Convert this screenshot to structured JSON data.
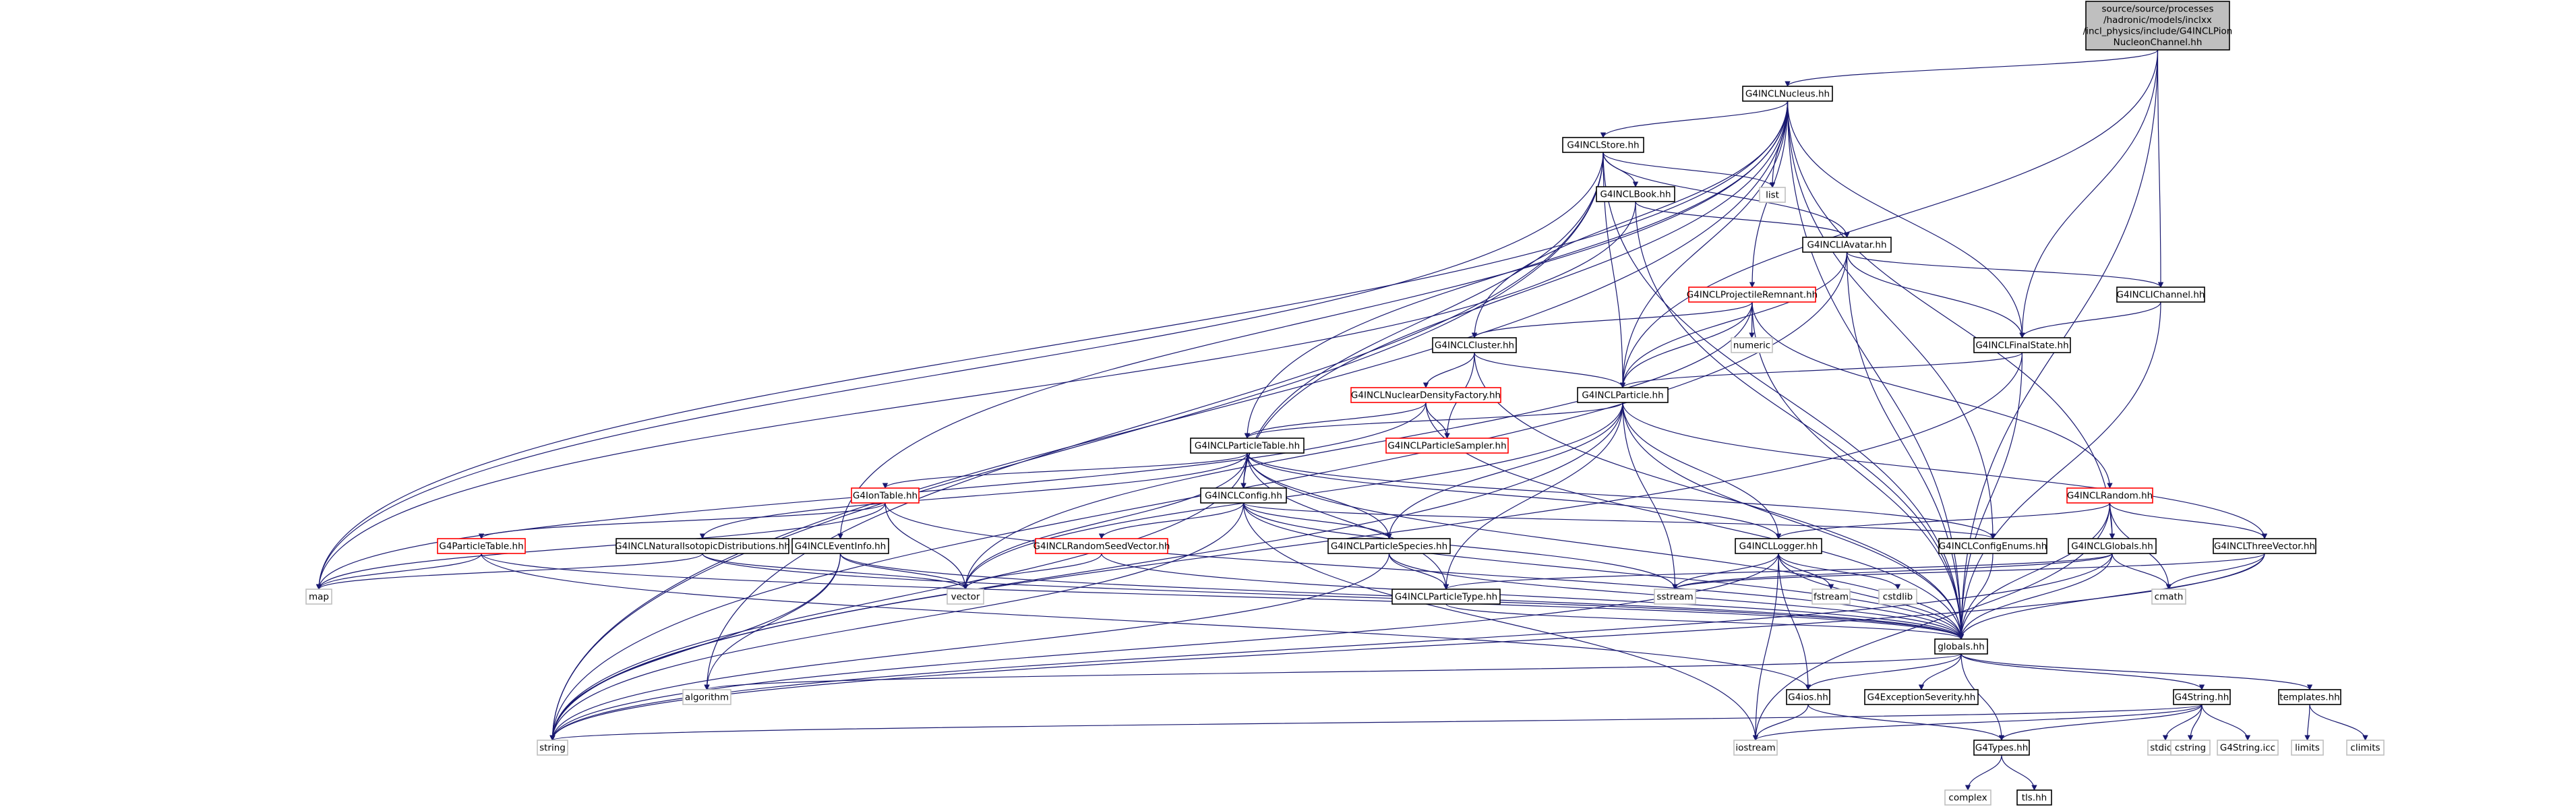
{
  "colors": {
    "edge": "#191970",
    "root_fill": "#bfbfbf",
    "root_border": "#000000",
    "node_border": "#000000",
    "external_border": "#bfbfbf",
    "truncated_border": "#ff0000",
    "external_text": "#666666",
    "page_background": "#ffffff"
  },
  "nodes": [
    {
      "id": "root",
      "lines": [
        "source/source/processes",
        "/hadronic/models/inclxx",
        "/incl_physics/include/G4INCLPion",
        "NucleonChannel.hh"
      ],
      "kind": "root"
    },
    {
      "id": "nucleus",
      "lines": [
        "G4INCLNucleus.hh"
      ],
      "kind": "node"
    },
    {
      "id": "store",
      "lines": [
        "G4INCLStore.hh"
      ],
      "kind": "node"
    },
    {
      "id": "list",
      "lines": [
        "list"
      ],
      "kind": "external"
    },
    {
      "id": "book",
      "lines": [
        "G4INCLBook.hh"
      ],
      "kind": "node"
    },
    {
      "id": "iavatar",
      "lines": [
        "G4INCLIAvatar.hh"
      ],
      "kind": "node"
    },
    {
      "id": "projrem",
      "lines": [
        "G4INCLProjectileRemnant.hh"
      ],
      "kind": "truncated"
    },
    {
      "id": "ichannel",
      "lines": [
        "G4INCLIChannel.hh"
      ],
      "kind": "node"
    },
    {
      "id": "cluster",
      "lines": [
        "G4INCLCluster.hh"
      ],
      "kind": "node"
    },
    {
      "id": "numeric",
      "lines": [
        "numeric"
      ],
      "kind": "external"
    },
    {
      "id": "finalstate",
      "lines": [
        "G4INCLFinalState.hh"
      ],
      "kind": "node"
    },
    {
      "id": "nucdens",
      "lines": [
        "G4INCLNuclearDensityFactory.hh"
      ],
      "kind": "truncated"
    },
    {
      "id": "particle",
      "lines": [
        "G4INCLParticle.hh"
      ],
      "kind": "node"
    },
    {
      "id": "sampler",
      "lines": [
        "G4INCLParticleSampler.hh"
      ],
      "kind": "truncated"
    },
    {
      "id": "ptable",
      "lines": [
        "G4INCLParticleTable.hh"
      ],
      "kind": "node"
    },
    {
      "id": "iontable",
      "lines": [
        "G4IonTable.hh"
      ],
      "kind": "truncated"
    },
    {
      "id": "config",
      "lines": [
        "G4INCLConfig.hh"
      ],
      "kind": "node"
    },
    {
      "id": "random",
      "lines": [
        "G4INCLRandom.hh"
      ],
      "kind": "truncated"
    },
    {
      "id": "g4ptable",
      "lines": [
        "G4ParticleTable.hh"
      ],
      "kind": "truncated"
    },
    {
      "id": "natiso",
      "lines": [
        "G4INCLNaturalIsotopicDistributions.hh"
      ],
      "kind": "node"
    },
    {
      "id": "eventinfo",
      "lines": [
        "G4INCLEventInfo.hh"
      ],
      "kind": "node"
    },
    {
      "id": "seedvec",
      "lines": [
        "G4INCLRandomSeedVector.hh"
      ],
      "kind": "truncated"
    },
    {
      "id": "pspecies",
      "lines": [
        "G4INCLParticleSpecies.hh"
      ],
      "kind": "node"
    },
    {
      "id": "logger",
      "lines": [
        "G4INCLLogger.hh"
      ],
      "kind": "node"
    },
    {
      "id": "cfgenums",
      "lines": [
        "G4INCLConfigEnums.hh"
      ],
      "kind": "node"
    },
    {
      "id": "globals",
      "lines": [
        "G4INCLGlobals.hh"
      ],
      "kind": "node"
    },
    {
      "id": "threevec",
      "lines": [
        "G4INCLThreeVector.hh"
      ],
      "kind": "node"
    },
    {
      "id": "map",
      "lines": [
        "map"
      ],
      "kind": "external"
    },
    {
      "id": "vector",
      "lines": [
        "vector"
      ],
      "kind": "external"
    },
    {
      "id": "ptype",
      "lines": [
        "G4INCLParticleType.hh"
      ],
      "kind": "node"
    },
    {
      "id": "sstream",
      "lines": [
        "sstream"
      ],
      "kind": "external"
    },
    {
      "id": "fstream",
      "lines": [
        "fstream"
      ],
      "kind": "external"
    },
    {
      "id": "cstdlib",
      "lines": [
        "cstdlib"
      ],
      "kind": "external"
    },
    {
      "id": "cmath",
      "lines": [
        "cmath"
      ],
      "kind": "external"
    },
    {
      "id": "globalshh",
      "lines": [
        "globals.hh"
      ],
      "kind": "node"
    },
    {
      "id": "algorithm",
      "lines": [
        "algorithm"
      ],
      "kind": "external"
    },
    {
      "id": "g4ios",
      "lines": [
        "G4ios.hh"
      ],
      "kind": "node"
    },
    {
      "id": "exsev",
      "lines": [
        "G4ExceptionSeverity.hh"
      ],
      "kind": "node"
    },
    {
      "id": "g4string",
      "lines": [
        "G4String.hh"
      ],
      "kind": "node"
    },
    {
      "id": "templates",
      "lines": [
        "templates.hh"
      ],
      "kind": "node"
    },
    {
      "id": "string",
      "lines": [
        "string"
      ],
      "kind": "external"
    },
    {
      "id": "iostream",
      "lines": [
        "iostream"
      ],
      "kind": "external"
    },
    {
      "id": "g4types",
      "lines": [
        "G4Types.hh"
      ],
      "kind": "node"
    },
    {
      "id": "stdioh",
      "lines": [
        "stdio.h"
      ],
      "kind": "external"
    },
    {
      "id": "cstring",
      "lines": [
        "cstring"
      ],
      "kind": "external"
    },
    {
      "id": "g4stringicc",
      "lines": [
        "G4String.icc"
      ],
      "kind": "external"
    },
    {
      "id": "limits",
      "lines": [
        "limits"
      ],
      "kind": "external"
    },
    {
      "id": "climits",
      "lines": [
        "climits"
      ],
      "kind": "external"
    },
    {
      "id": "complex",
      "lines": [
        "complex"
      ],
      "kind": "external"
    },
    {
      "id": "tlshh",
      "lines": [
        "tls.hh"
      ],
      "kind": "node"
    }
  ],
  "edges": [
    [
      "root",
      "nucleus"
    ],
    [
      "root",
      "finalstate"
    ],
    [
      "root",
      "ichannel"
    ],
    [
      "root",
      "particle"
    ],
    [
      "root",
      "globalshh"
    ],
    [
      "nucleus",
      "store"
    ],
    [
      "nucleus",
      "list"
    ],
    [
      "nucleus",
      "projrem"
    ],
    [
      "nucleus",
      "particle"
    ],
    [
      "nucleus",
      "finalstate"
    ],
    [
      "nucleus",
      "cluster"
    ],
    [
      "nucleus",
      "ptable"
    ],
    [
      "nucleus",
      "config"
    ],
    [
      "nucleus",
      "eventinfo"
    ],
    [
      "nucleus",
      "cfgenums"
    ],
    [
      "nucleus",
      "globals"
    ],
    [
      "nucleus",
      "globalshh"
    ],
    [
      "nucleus",
      "map"
    ],
    [
      "nucleus",
      "string"
    ],
    [
      "store",
      "book"
    ],
    [
      "store",
      "iavatar"
    ],
    [
      "store",
      "list"
    ],
    [
      "store",
      "particle"
    ],
    [
      "store",
      "config"
    ],
    [
      "store",
      "map"
    ],
    [
      "store",
      "algorithm"
    ],
    [
      "store",
      "string"
    ],
    [
      "store",
      "globalshh"
    ],
    [
      "book",
      "iavatar"
    ],
    [
      "book",
      "map"
    ],
    [
      "book",
      "globalshh"
    ],
    [
      "iavatar",
      "ichannel"
    ],
    [
      "iavatar",
      "finalstate"
    ],
    [
      "iavatar",
      "particle"
    ],
    [
      "iavatar",
      "string"
    ],
    [
      "iavatar",
      "globalshh"
    ],
    [
      "projrem",
      "cluster"
    ],
    [
      "projrem",
      "numeric"
    ],
    [
      "projrem",
      "particle"
    ],
    [
      "projrem",
      "vector"
    ],
    [
      "projrem",
      "random"
    ],
    [
      "projrem",
      "globalshh"
    ],
    [
      "ichannel",
      "finalstate"
    ],
    [
      "ichannel",
      "globalshh"
    ],
    [
      "cluster",
      "particle"
    ],
    [
      "cluster",
      "nucdens"
    ],
    [
      "cluster",
      "sampler"
    ],
    [
      "cluster",
      "globalshh"
    ],
    [
      "finalstate",
      "particle"
    ],
    [
      "finalstate",
      "string"
    ],
    [
      "finalstate",
      "globalshh"
    ],
    [
      "nucdens",
      "ptable"
    ],
    [
      "nucdens",
      "sampler"
    ],
    [
      "nucdens",
      "map"
    ],
    [
      "nucdens",
      "globalshh"
    ],
    [
      "particle",
      "ptable"
    ],
    [
      "particle",
      "pspecies"
    ],
    [
      "particle",
      "logger"
    ],
    [
      "particle",
      "threevec"
    ],
    [
      "particle",
      "ptype"
    ],
    [
      "particle",
      "vector"
    ],
    [
      "particle",
      "sstream"
    ],
    [
      "particle",
      "string"
    ],
    [
      "particle",
      "globalshh"
    ],
    [
      "ptable",
      "iontable"
    ],
    [
      "ptable",
      "config"
    ],
    [
      "ptable",
      "natiso"
    ],
    [
      "ptable",
      "pspecies"
    ],
    [
      "ptable",
      "ptype"
    ],
    [
      "ptable",
      "logger"
    ],
    [
      "ptable",
      "cfgenums"
    ],
    [
      "ptable",
      "vector"
    ],
    [
      "ptable",
      "string"
    ],
    [
      "ptable",
      "globalshh"
    ],
    [
      "iontable",
      "g4ptable"
    ],
    [
      "iontable",
      "map"
    ],
    [
      "iontable",
      "vector"
    ],
    [
      "iontable",
      "globalshh"
    ],
    [
      "config",
      "seedvec"
    ],
    [
      "config",
      "pspecies"
    ],
    [
      "config",
      "cfgenums"
    ],
    [
      "config",
      "iostream"
    ],
    [
      "config",
      "sstream"
    ],
    [
      "config",
      "string"
    ],
    [
      "config",
      "globalshh"
    ],
    [
      "random",
      "logger"
    ],
    [
      "random",
      "globals"
    ],
    [
      "random",
      "threevec"
    ],
    [
      "random",
      "iostream"
    ],
    [
      "random",
      "cmath"
    ],
    [
      "random",
      "globalshh"
    ],
    [
      "g4ptable",
      "map"
    ],
    [
      "g4ptable",
      "g4ios"
    ],
    [
      "g4ptable",
      "globalshh"
    ],
    [
      "natiso",
      "map"
    ],
    [
      "natiso",
      "vector"
    ],
    [
      "natiso",
      "globalshh"
    ],
    [
      "eventinfo",
      "vector"
    ],
    [
      "eventinfo",
      "algorithm"
    ],
    [
      "eventinfo",
      "string"
    ],
    [
      "eventinfo",
      "globalshh"
    ],
    [
      "seedvec",
      "vector"
    ],
    [
      "seedvec",
      "globalshh"
    ],
    [
      "pspecies",
      "ptype"
    ],
    [
      "pspecies",
      "string"
    ],
    [
      "pspecies",
      "globalshh"
    ],
    [
      "logger",
      "fstream"
    ],
    [
      "logger",
      "cstdlib"
    ],
    [
      "logger",
      "sstream"
    ],
    [
      "logger",
      "iostream"
    ],
    [
      "logger",
      "string"
    ],
    [
      "logger",
      "g4ios"
    ],
    [
      "logger",
      "globalshh"
    ],
    [
      "cfgenums",
      "globalshh"
    ],
    [
      "globals",
      "ptype"
    ],
    [
      "globals",
      "cmath"
    ],
    [
      "globals",
      "string"
    ],
    [
      "globals",
      "sstream"
    ],
    [
      "globals",
      "globalshh"
    ],
    [
      "threevec",
      "sstream"
    ],
    [
      "threevec",
      "string"
    ],
    [
      "threevec",
      "cmath"
    ],
    [
      "threevec",
      "globalshh"
    ],
    [
      "ptype",
      "globalshh"
    ],
    [
      "globalshh",
      "algorithm"
    ],
    [
      "globalshh",
      "g4ios"
    ],
    [
      "globalshh",
      "exsev"
    ],
    [
      "globalshh",
      "g4string"
    ],
    [
      "globalshh",
      "templates"
    ],
    [
      "globalshh",
      "g4types"
    ],
    [
      "g4ios",
      "iostream"
    ],
    [
      "g4ios",
      "g4types"
    ],
    [
      "g4string",
      "stdioh"
    ],
    [
      "g4string",
      "cstring"
    ],
    [
      "g4string",
      "string"
    ],
    [
      "g4string",
      "g4types"
    ],
    [
      "g4string",
      "g4stringicc"
    ],
    [
      "g4string",
      "iostream"
    ],
    [
      "templates",
      "limits"
    ],
    [
      "templates",
      "climits"
    ],
    [
      "g4types",
      "complex"
    ],
    [
      "g4types",
      "tlshh"
    ]
  ]
}
